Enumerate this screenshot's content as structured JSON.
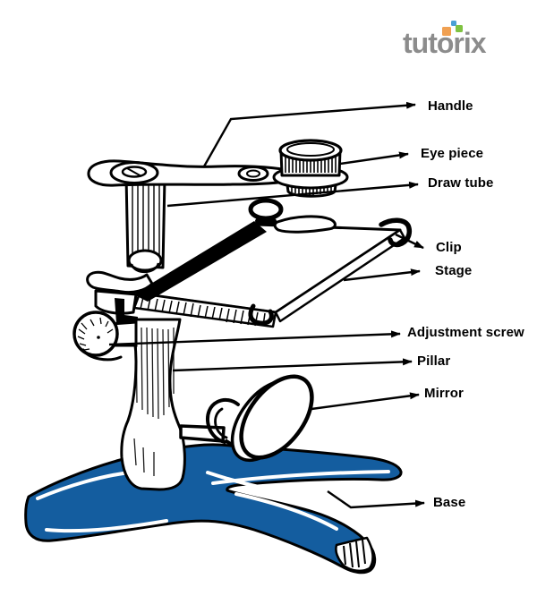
{
  "logo": {
    "text": "tutorix",
    "colors": {
      "text": "#8c8c8c",
      "square_orange": "#f0a052",
      "square_blue": "#4aa0d5",
      "square_green": "#7fc241"
    }
  },
  "diagram": {
    "subject": "simple-microscope",
    "ink_color": "#000000",
    "base_color": "#145d9f",
    "labels": [
      {
        "id": "handle",
        "text": "Handle"
      },
      {
        "id": "eye-piece",
        "text": "Eye piece"
      },
      {
        "id": "draw-tube",
        "text": "Draw tube"
      },
      {
        "id": "clip",
        "text": "Clip"
      },
      {
        "id": "stage",
        "text": "Stage"
      },
      {
        "id": "adjustment-screw",
        "text": "Adjustment screw"
      },
      {
        "id": "pillar",
        "text": "Pillar"
      },
      {
        "id": "mirror",
        "text": "Mirror"
      },
      {
        "id": "base",
        "text": "Base"
      }
    ]
  }
}
